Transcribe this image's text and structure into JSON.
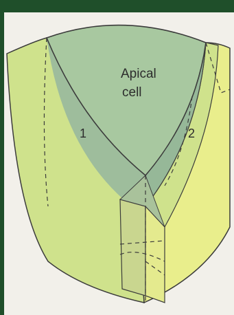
{
  "figure": {
    "labels": {
      "apical_line1": "Apical",
      "apical_line2": "cell",
      "segment_1": "1",
      "segment_2": "2"
    },
    "colors": {
      "background": "#1f4f2a",
      "paper": "#f2f0ea",
      "apical_cell": "#a8c8a0",
      "segment_green": "#96b898",
      "outer_green": "#cfe28c",
      "outer_yellow": "#e9ee8c",
      "inner_block": "#b7c58e",
      "lines": "#3b3b3b"
    }
  }
}
